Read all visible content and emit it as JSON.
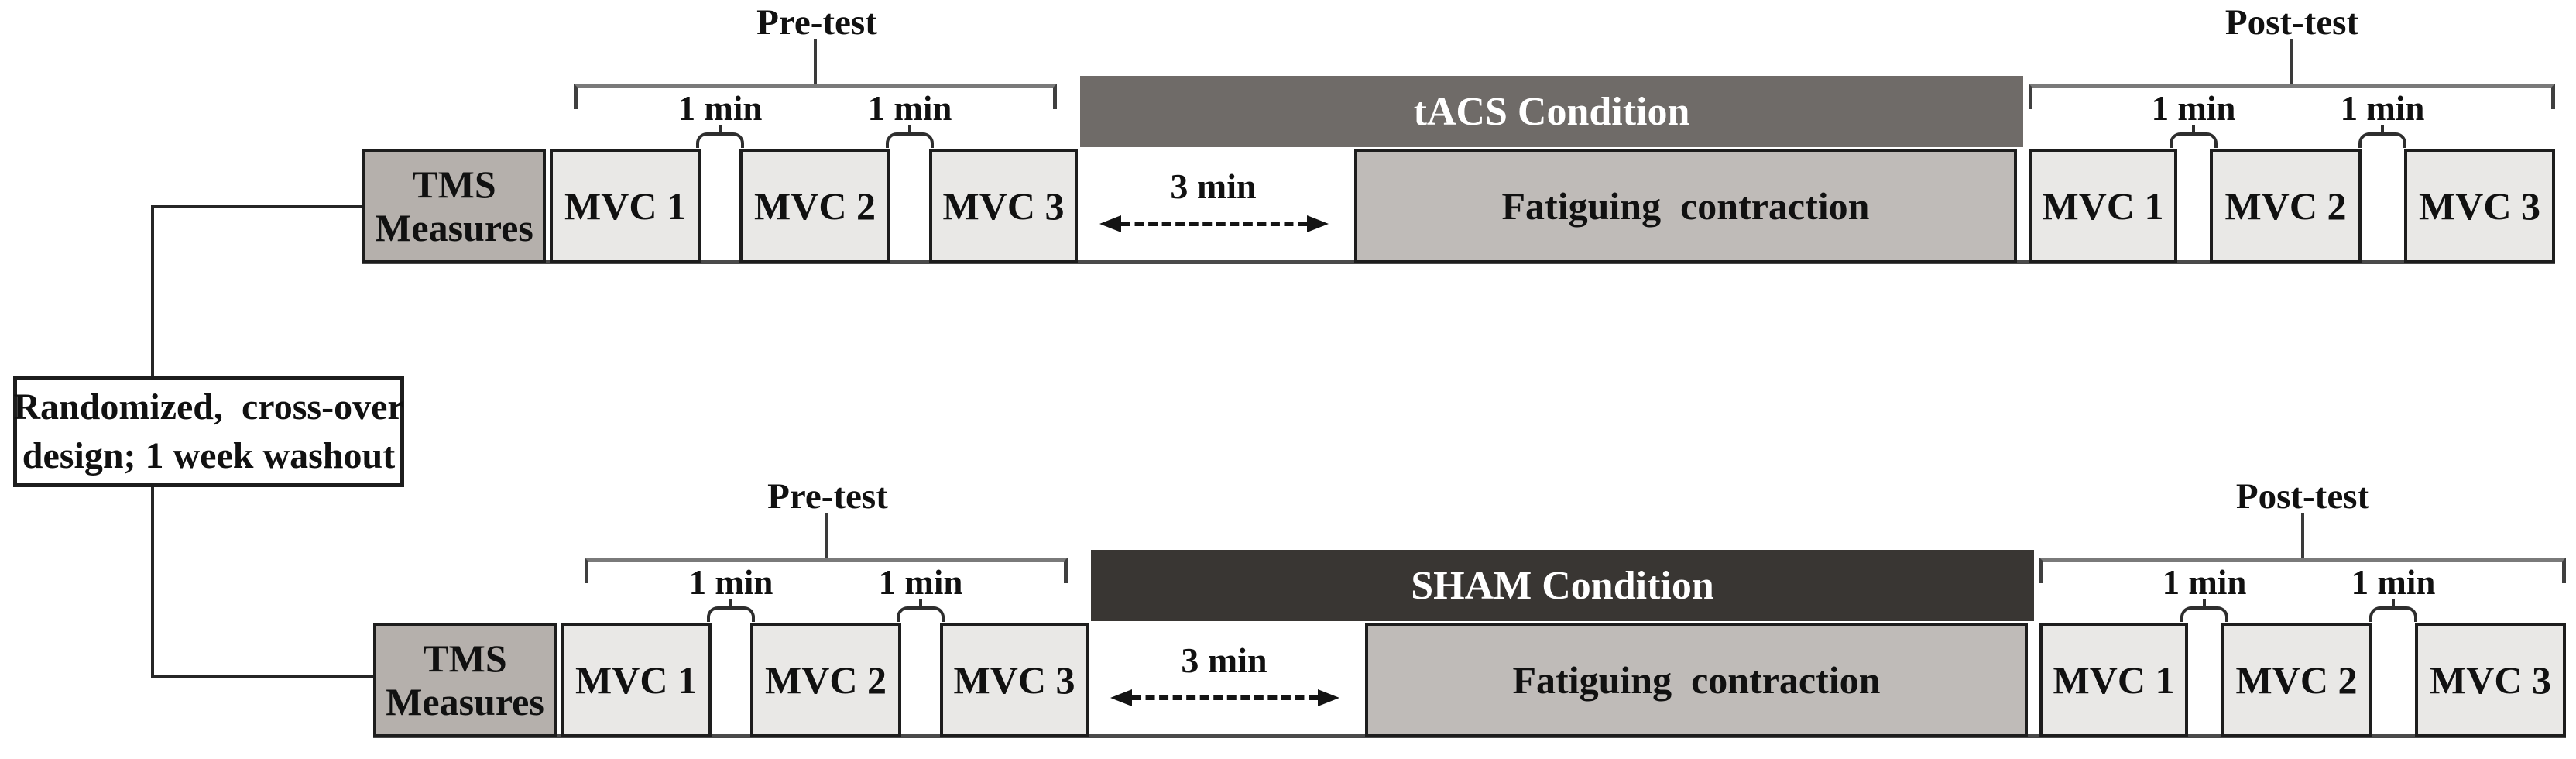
{
  "colors": {
    "tacs_bar": "#6f6b68",
    "sham_bar": "#393633",
    "tms_fill": "#b5b0ac",
    "mvc_fill": "#e9e8e6",
    "fatigue_fill": "#bfbbb8"
  },
  "washout_box": {
    "line1": "Randomized,  cross-over",
    "line2": "design; 1 week washout"
  },
  "rows": [
    {
      "name": "tACS",
      "condition_label": "tACS Condition",
      "pretest_label": "Pre-test",
      "posttest_label": "Post-test",
      "tms_label": "TMS\nMeasures",
      "fatigue_label": "Fatiguing  contraction",
      "rest_label": "3 min",
      "interval_label": "1 min",
      "mvc_pre": [
        "MVC 1",
        "MVC 2",
        "MVC 3"
      ],
      "mvc_post": [
        "MVC 1",
        "MVC 2",
        "MVC 3"
      ]
    },
    {
      "name": "SHAM",
      "condition_label": "SHAM Condition",
      "pretest_label": "Pre-test",
      "posttest_label": "Post-test",
      "tms_label": "TMS\nMeasures",
      "fatigue_label": "Fatiguing  contraction",
      "rest_label": "3 min",
      "interval_label": "1 min",
      "mvc_pre": [
        "MVC 1",
        "MVC 2",
        "MVC 3"
      ],
      "mvc_post": [
        "MVC 1",
        "MVC 2",
        "MVC 3"
      ]
    }
  ]
}
